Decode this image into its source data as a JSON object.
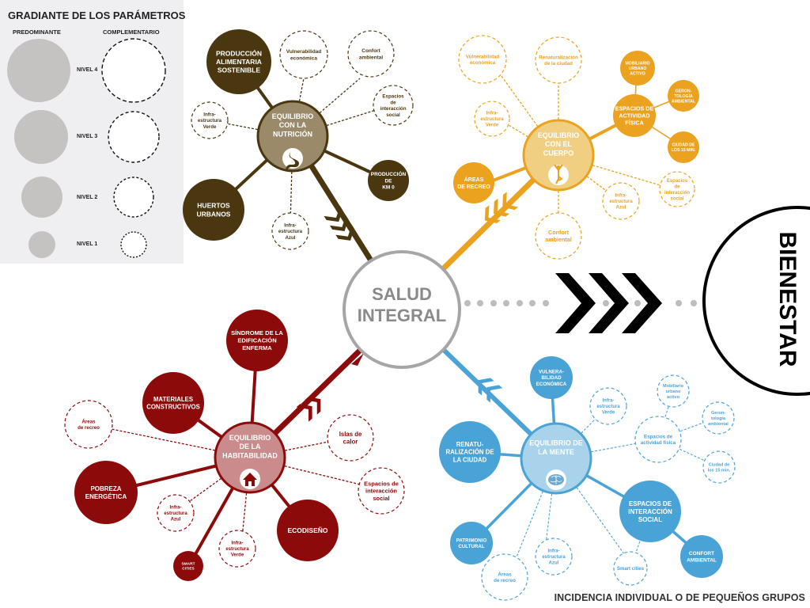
{
  "legend": {
    "title": "GRADIANTE DE LOS PARÁMETROS",
    "predominant_label": "PREDOMINANTE",
    "complementary_label": "COMPLEMENTARIO",
    "levels": [
      "NIVEL 4",
      "NIVEL 3",
      "NIVEL 2",
      "NIVEL 1"
    ]
  },
  "colors": {
    "nutrition_dark": "#4a3710",
    "nutrition_hub": "#9a8a6a",
    "body_dark": "#eba21e",
    "body_hub": "#f0cf82",
    "habitability_dark": "#8c0a0a",
    "habitability_hub": "#c98b8b",
    "mind_dark": "#4aa3d6",
    "mind_hub": "#a8d3ea",
    "center_ring": "#a6a6a6",
    "center_text": "#8a8a8a",
    "legend_fill": "#c4c3c1",
    "legend_bg": "#efeff1",
    "black": "#000000"
  },
  "center": {
    "line1": "SALUD",
    "line2": "INTEGRAL"
  },
  "bienestar": "BIENESTAR",
  "footer": "INCIDENCIA INDIVIDUAL O DE PEQUEÑOS GRUPOS",
  "clusters": {
    "nutrition": {
      "hub": [
        "EQUILIBRIO",
        "CON LA",
        "NUTRICIÓN"
      ],
      "hub_icon": "stomach-icon",
      "solid": [
        [
          "PRODUCCIÓN",
          "ALIMENTARIA",
          "SOSTENIBLE"
        ],
        [
          "HUERTOS",
          "URBANOS"
        ],
        [
          "PRODUCCIÓN",
          "DE",
          "KM 0"
        ]
      ],
      "dashed": [
        [
          "Vulnerabilidad",
          "económica"
        ],
        [
          "Confort",
          "ambiental"
        ],
        [
          "Espacios",
          "de",
          "interacción",
          "social"
        ],
        [
          "Infra-",
          "estructura",
          "Verde"
        ],
        [
          "Infra-",
          "estructura",
          "Azul"
        ]
      ]
    },
    "body": {
      "hub": [
        "EQUILIBRIO",
        "CON EL",
        "CUERPO"
      ],
      "hub_icon": "yoga-person-icon",
      "solid": [
        [
          "ESPACIOS DE",
          "ACTIVIDAD",
          "FÍSICA"
        ],
        [
          "ÁREAS",
          "DE RECREO"
        ],
        [
          "MOBILIARIO",
          "URBANO",
          "ACTIVO"
        ],
        [
          "GERON-",
          "TOLOGÍA",
          "AMBIENTAL"
        ],
        [
          "CIUDAD DE",
          "LOS 15 MIN."
        ]
      ],
      "dashed": [
        [
          "Vulnerabilidad",
          "económica"
        ],
        [
          "Renaturalización",
          "de la ciudad"
        ],
        [
          "Infra-",
          "estructura",
          "Verde"
        ],
        [
          "Infra-",
          "estructura",
          "Azul"
        ],
        [
          "Espacios",
          "de",
          "interacción",
          "social"
        ],
        [
          "Confort",
          "ambiental"
        ]
      ]
    },
    "habitability": {
      "hub": [
        "EQUILIBRIO",
        "DE LA",
        "HABITABILIDAD"
      ],
      "hub_icon": "house-icon",
      "solid": [
        [
          "SÍNDROME DE LA",
          "EDIFICACIÓN",
          "ENFERMA"
        ],
        [
          "MATERIALES",
          "CONSTRUCTIVOS"
        ],
        [
          "POBREZA",
          "ENERGÉTICA"
        ],
        [
          "ECODISEÑO"
        ],
        [
          "SMART",
          "CITIES"
        ]
      ],
      "dashed": [
        [
          "Áreas",
          "de recreo"
        ],
        [
          "Islas de",
          "calor"
        ],
        [
          "Espacios de",
          "interacción",
          "social"
        ],
        [
          "Infra-",
          "estructura",
          "Azul"
        ],
        [
          "Infra-",
          "estructura",
          "Verde"
        ]
      ]
    },
    "mind": {
      "hub": [
        "EQUILIBRIO DE",
        "LA MENTE"
      ],
      "hub_icon": "brain-icon",
      "solid": [
        [
          "VULNERA-",
          "BILIDAD",
          "ECONÓMICA"
        ],
        [
          "RENATU-",
          "RALIZACIÓN DE",
          "LA CIUDAD"
        ],
        [
          "PATRIMONIO",
          "CULTURAL"
        ],
        [
          "ESPACIOS DE",
          "INTERACCIÓN",
          "SOCIAL"
        ],
        [
          "CONFORT",
          "AMBIENTAL"
        ]
      ],
      "dashed": [
        [
          "Infra-",
          "estructura",
          "Verde"
        ],
        [
          "Espacios de",
          "actividad física"
        ],
        [
          "Mobiliario",
          "urbano",
          "activo"
        ],
        [
          "Geron-",
          "tología",
          "ambiental"
        ],
        [
          "Ciudad de",
          "los 15 min."
        ],
        [
          "Infra-",
          "estructura",
          "Azul"
        ],
        [
          "Áreas",
          "de recreo"
        ],
        [
          "Smart cities"
        ]
      ]
    }
  }
}
